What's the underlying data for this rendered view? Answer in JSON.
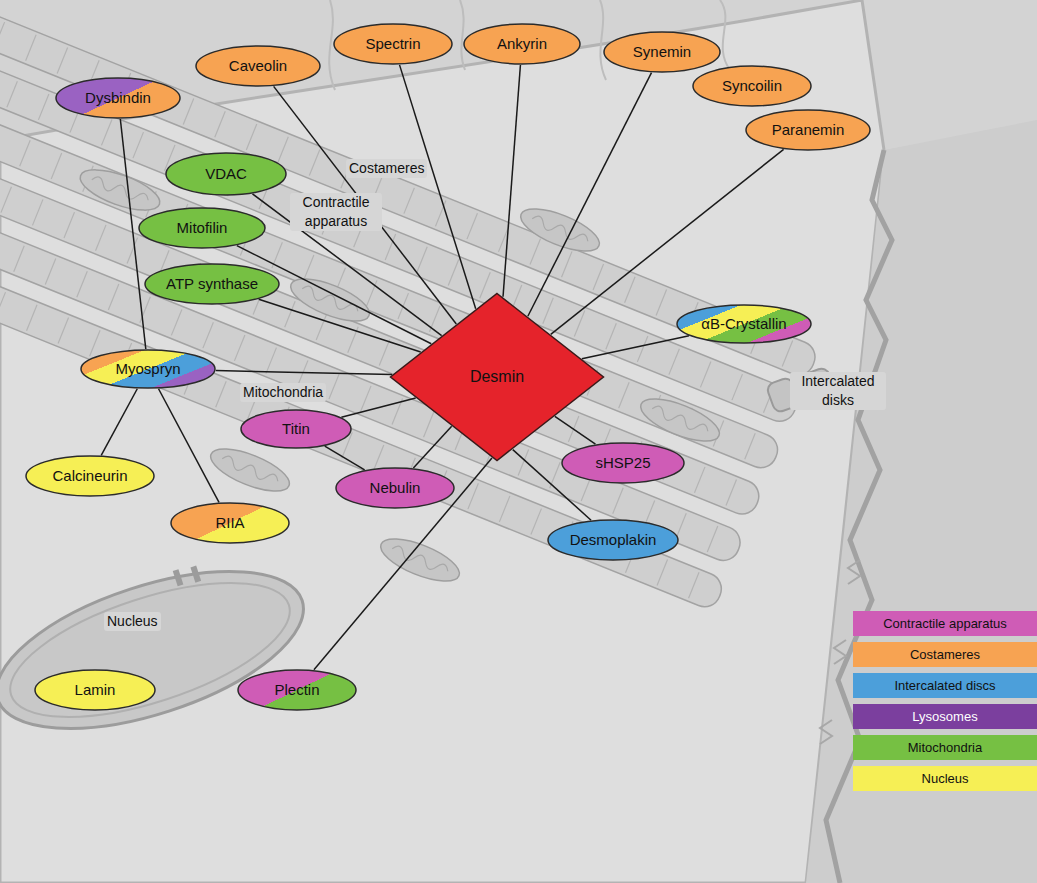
{
  "diagram": {
    "nodes": [
      {
        "text": [
          "Caveolin"
        ]
      },
      {
        "text": [
          "Spectrin"
        ]
      },
      {
        "text": [
          "Ankyrin"
        ]
      },
      {
        "text": [
          "Synemin"
        ]
      },
      {
        "text": [
          "Syncoilin"
        ]
      },
      {
        "text": [
          "Dysbindin"
        ]
      },
      {
        "text": [
          "Paranemin"
        ]
      },
      {
        "text": [
          "VDAC"
        ]
      },
      {
        "text": [
          "Mitofilin"
        ]
      },
      {
        "text": [
          "ATP synthase"
        ]
      },
      {
        "text": [
          "Desmin"
        ]
      },
      {
        "text": [
          "αB-Crystallin"
        ]
      },
      {
        "text": [
          "Myospryn"
        ]
      },
      {
        "text": [
          "Titin"
        ]
      },
      {
        "text": [
          "sHSP25"
        ]
      },
      {
        "text": [
          "Nebulin"
        ]
      },
      {
        "text": [
          "Calcineurin"
        ]
      },
      {
        "text": [
          "RIIA"
        ]
      },
      {
        "text": [
          "Desmoplakin"
        ]
      },
      {
        "text": [
          "Lamin"
        ]
      },
      {
        "text": [
          "Plectin"
        ]
      }
    ],
    "edges": [
      {
        "from": 10,
        "to": 0,
        "arrow": "none"
      },
      {
        "from": 10,
        "to": 1,
        "arrow": "none"
      },
      {
        "from": 10,
        "to": 2,
        "arrow": "none"
      },
      {
        "from": 10,
        "to": 3,
        "arrow": "none"
      },
      {
        "from": 10,
        "to": 6,
        "arrow": "none"
      },
      {
        "from": 10,
        "to": 7,
        "arrow": "none"
      },
      {
        "from": 10,
        "to": 8,
        "arrow": "none"
      },
      {
        "from": 10,
        "to": 9,
        "arrow": "none"
      },
      {
        "from": 10,
        "to": 11,
        "arrow": "none"
      },
      {
        "from": 10,
        "to": 12,
        "arrow": "none"
      },
      {
        "from": 10,
        "to": 13,
        "arrow": "none"
      },
      {
        "from": 10,
        "to": 14,
        "arrow": "none"
      },
      {
        "from": 10,
        "to": 15,
        "arrow": "none"
      },
      {
        "from": 10,
        "to": 18,
        "arrow": "none"
      },
      {
        "from": 10,
        "to": 20,
        "arrow": "none"
      },
      {
        "from": 5,
        "to": 12,
        "arrow": "none"
      },
      {
        "from": 12,
        "to": 16,
        "arrow": "none"
      },
      {
        "from": 12,
        "to": 17,
        "arrow": "none"
      },
      {
        "from": 13,
        "to": 15,
        "arrow": "none"
      }
    ],
    "labels": [
      "Costameres",
      "Contractile apparatus",
      "Mitochondria",
      "Intercalated disks",
      "Nucleus"
    ],
    "legend": [
      {
        "text": "Contractile apparatus",
        "color": "#cf5cb6"
      },
      {
        "text": "Costameres",
        "color": "#f7a352"
      },
      {
        "text": "Intercalated discs",
        "color": "#4c9fda"
      },
      {
        "text": "Lysosomes",
        "color": "#7b3f9e"
      },
      {
        "text": "Mitochondria",
        "color": "#76c043"
      },
      {
        "text": "Nucleus",
        "color": "#f6ef55"
      }
    ]
  }
}
